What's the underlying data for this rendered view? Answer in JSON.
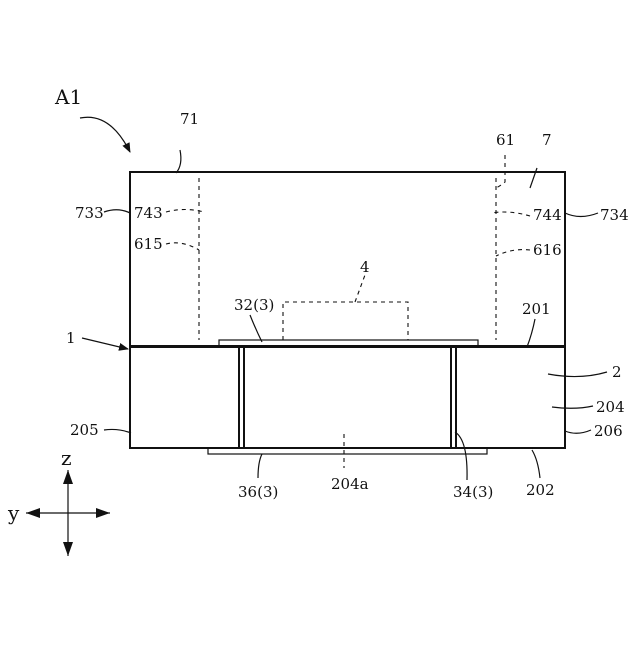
{
  "labels": {
    "assembly": "A1",
    "l71": "71",
    "l61": "61",
    "l7": "7",
    "l733": "733",
    "l743": "743",
    "l744": "744",
    "l734": "734",
    "l615": "615",
    "l616": "616",
    "l4": "4",
    "l32": "32(3)",
    "l201": "201",
    "l1": "1",
    "l2": "2",
    "l204": "204",
    "l205": "205",
    "l206": "206",
    "l36": "36(3)",
    "l204a": "204a",
    "l34": "34(3)",
    "l202": "202"
  },
  "axes": {
    "z": "z",
    "y": "y"
  }
}
